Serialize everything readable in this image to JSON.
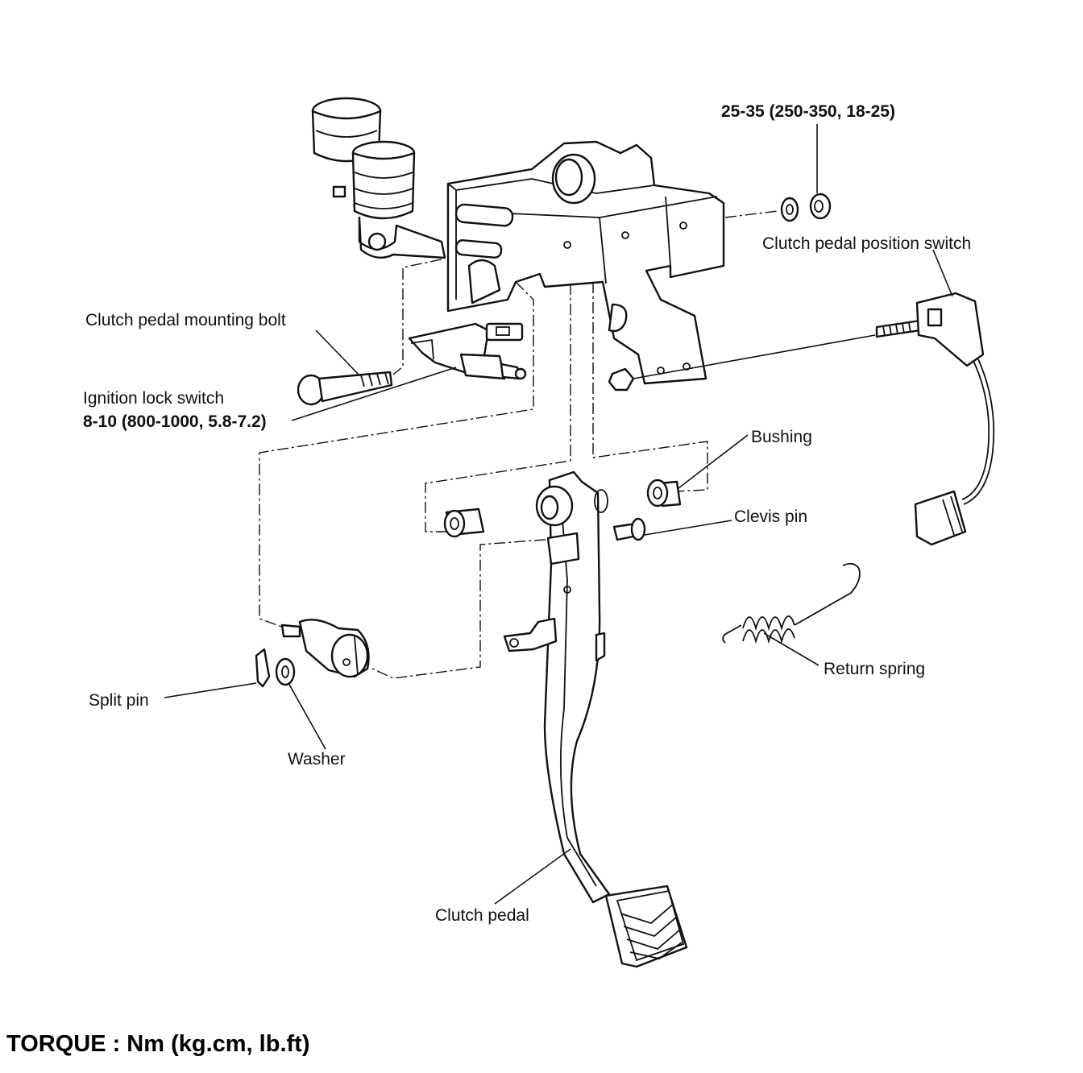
{
  "labels": {
    "torque_top": "25-35 (250-350, 18-25)",
    "clutch_pedal_position_switch": "Clutch pedal position switch",
    "clutch_pedal_mounting_bolt": "Clutch pedal mounting bolt",
    "ignition_lock_switch": "Ignition lock switch",
    "torque_ignition": "8-10 (800-1000, 5.8-7.2)",
    "bushing": "Bushing",
    "clevis_pin": "Clevis pin",
    "return_spring": "Return spring",
    "split_pin": "Split pin",
    "washer": "Washer",
    "clutch_pedal": "Clutch pedal"
  },
  "legend": "TORQUE : Nm (kg.cm, lb.ft)"
}
